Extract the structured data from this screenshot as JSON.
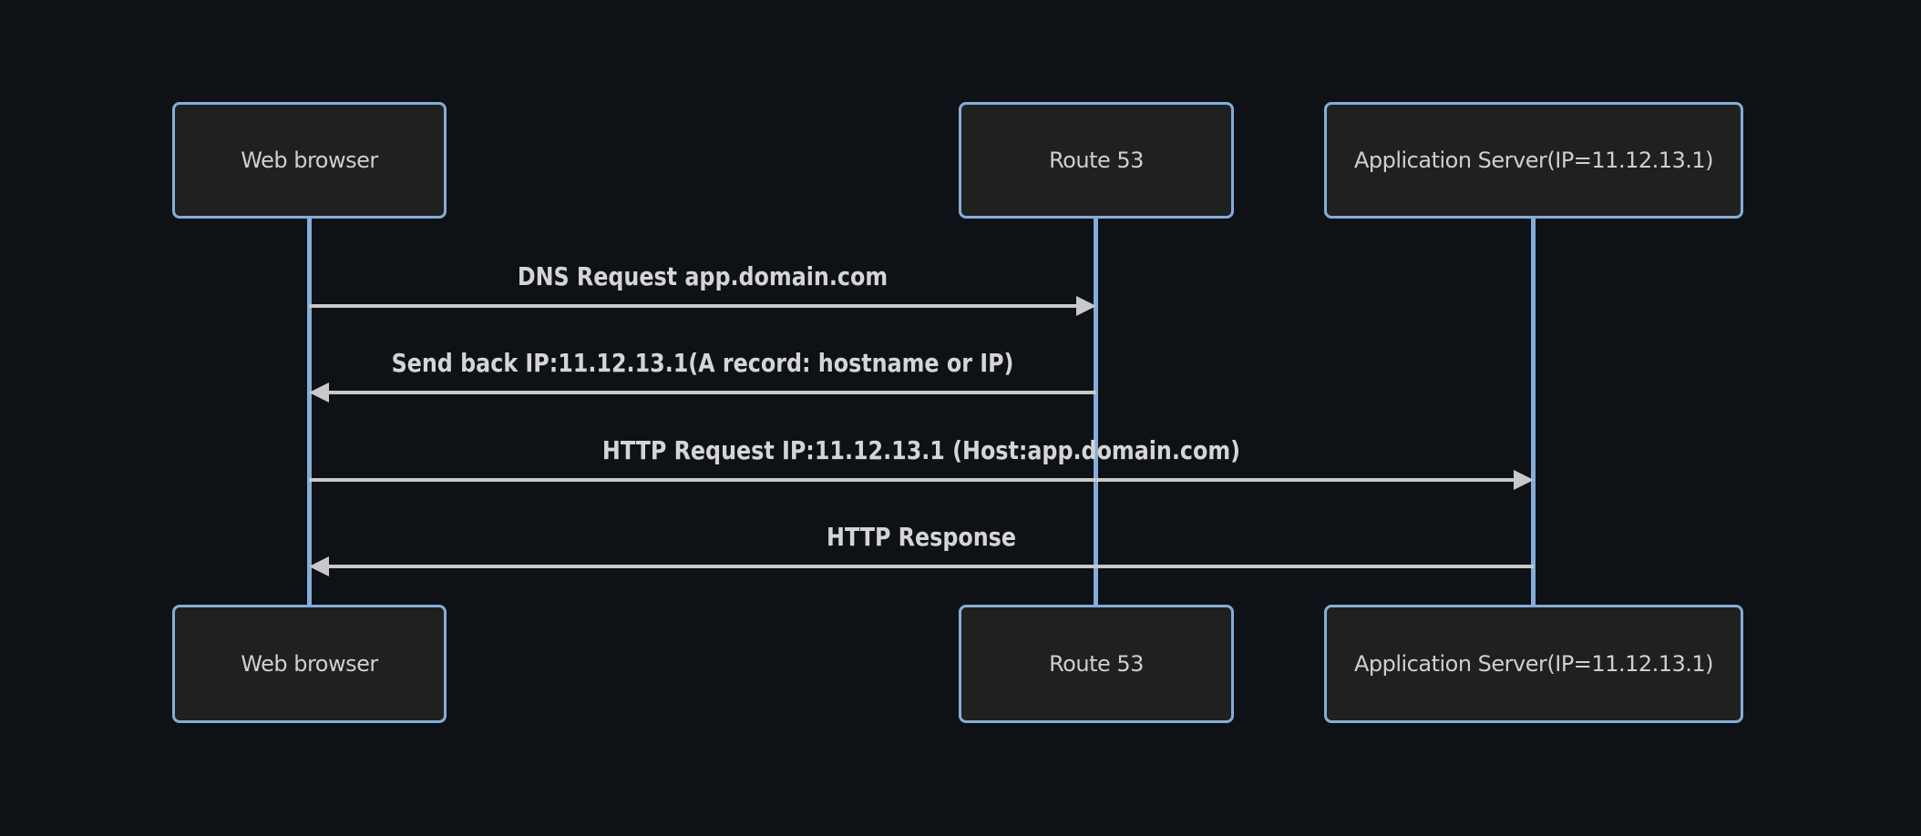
{
  "diagram": {
    "type": "sequence",
    "actors": [
      {
        "label": "Web browser"
      },
      {
        "label": "Route 53"
      },
      {
        "label": "Application Server(IP=11.12.13.1)"
      }
    ],
    "messages": [
      {
        "from": "Web browser",
        "to": "Route 53",
        "direction": "right",
        "label": "DNS Request app.domain.com"
      },
      {
        "from": "Route 53",
        "to": "Web browser",
        "direction": "left",
        "label": "Send back IP:11.12.13.1(A record: hostname or IP)"
      },
      {
        "from": "Web browser",
        "to": "Application Server(IP=11.12.13.1)",
        "direction": "right",
        "label": "HTTP Request IP:11.12.13.1 (Host:app.domain.com)"
      },
      {
        "from": "Application Server(IP=11.12.13.1)",
        "to": "Web browser",
        "direction": "left",
        "label": "HTTP Response"
      }
    ],
    "colors": {
      "background": "#0e1116",
      "actor_fill": "#1f2121",
      "actor_border": "#84add9",
      "lifeline": "#84add9",
      "message_line": "#c9c9c9",
      "message_text": "#d5d5d5",
      "actor_text": "#cfcfcf"
    }
  }
}
